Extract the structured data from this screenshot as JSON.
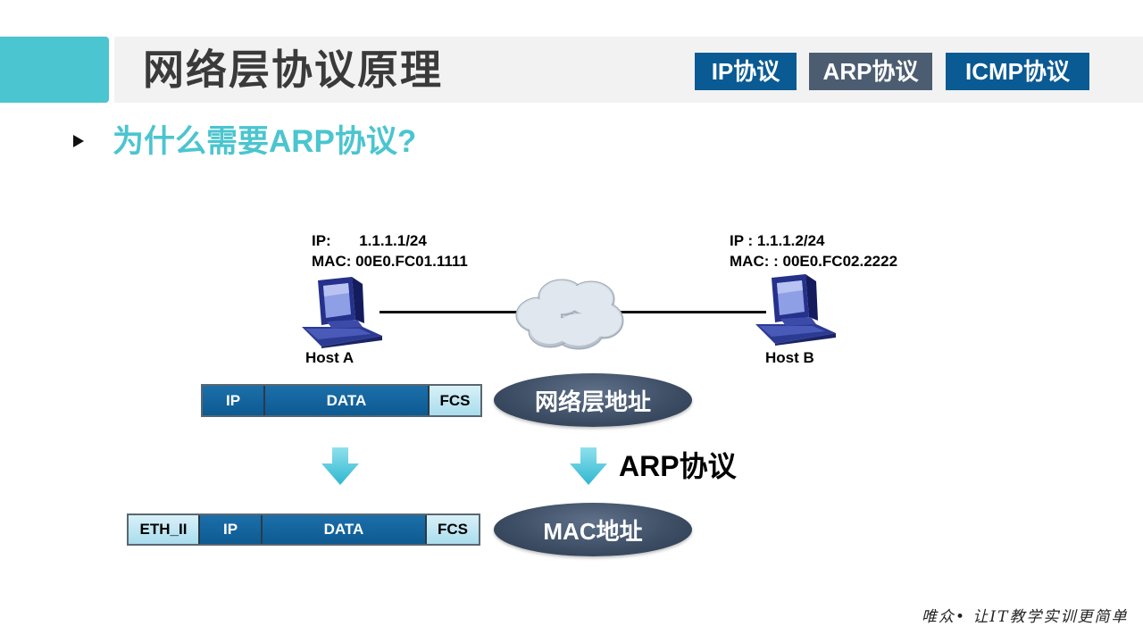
{
  "header": {
    "title": "网络层协议原理",
    "tabs": [
      {
        "label": "IP协议",
        "color": "#0a5a93"
      },
      {
        "label": "ARP协议",
        "color": "#4c5d72"
      },
      {
        "label": "ICMP协议",
        "color": "#0a5a93"
      }
    ],
    "accent_color": "#4bc5cf"
  },
  "question": "为什么需要ARP协议?",
  "host_a": {
    "ip_label": "IP:",
    "ip_value": "1.1.1.1/24",
    "mac_line": "MAC: 00E0.FC01.1111",
    "name": "Host A",
    "icon": "computer-icon"
  },
  "host_b": {
    "ip_line": "IP : 1.1.1.2/24",
    "mac_line": "MAC: : 00E0.FC02.2222",
    "name": "Host B",
    "icon": "computer-icon"
  },
  "network": {
    "icon": "cloud-icon"
  },
  "frame_top": {
    "cells": [
      {
        "label": "IP",
        "style": "dark"
      },
      {
        "label": "DATA",
        "style": "dark"
      },
      {
        "label": "FCS",
        "style": "light"
      }
    ]
  },
  "frame_bottom": {
    "cells": [
      {
        "label": "ETH_II",
        "style": "light"
      },
      {
        "label": "IP",
        "style": "dark"
      },
      {
        "label": "DATA",
        "style": "dark"
      },
      {
        "label": "FCS",
        "style": "light"
      }
    ]
  },
  "ellipses": {
    "network_address": "网络层地址",
    "mac_address": "MAC地址"
  },
  "arp_label": "ARP协议",
  "footer": {
    "slogan": "唯众• 让IT教学实训更简单"
  }
}
